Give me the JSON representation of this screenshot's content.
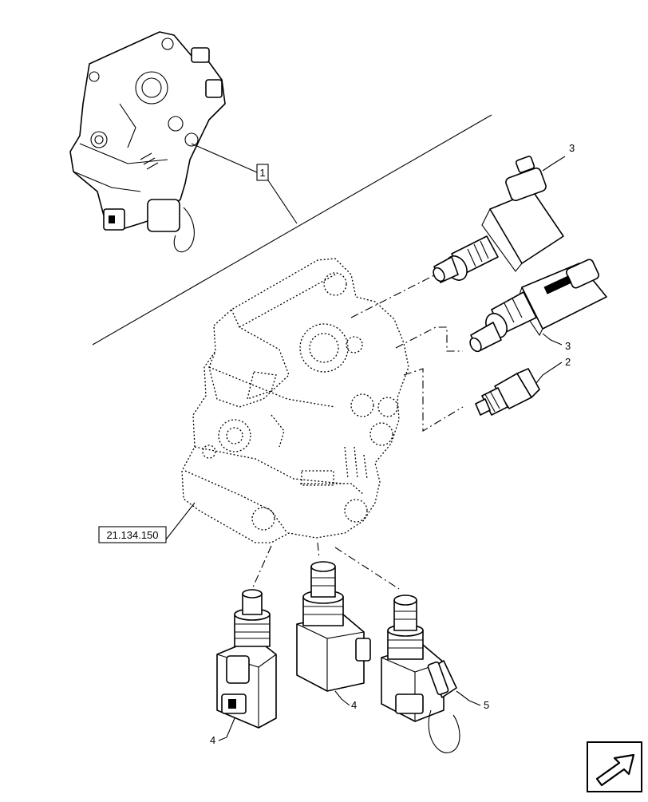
{
  "callouts": {
    "assembly": "1",
    "pressure_sensor": "2",
    "solenoid_top": "3",
    "solenoid_mid": "3",
    "solenoid_left": "4",
    "solenoid_center": "4",
    "solenoid_right": "5",
    "reference": "21.134.150"
  },
  "icons": {
    "navigation": "next-page-arrow-icon"
  }
}
